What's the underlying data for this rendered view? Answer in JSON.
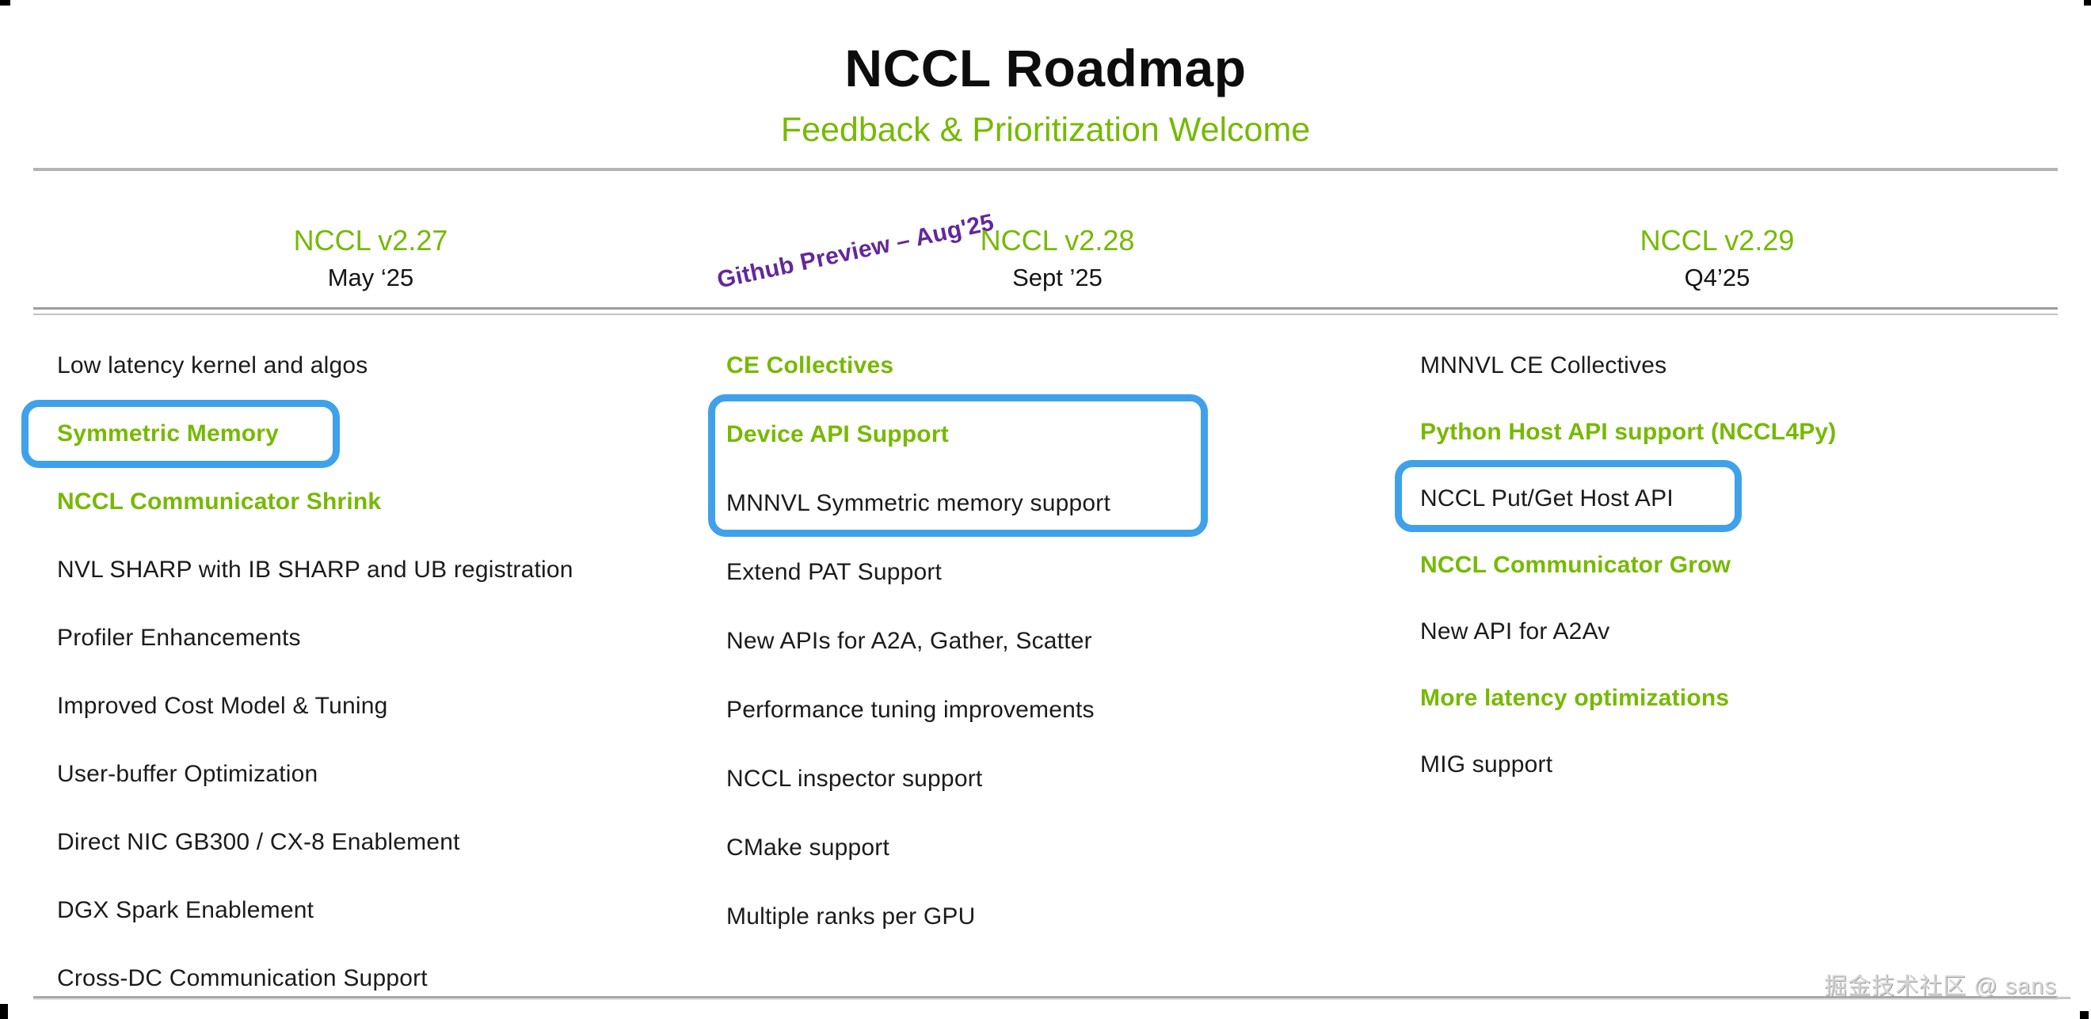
{
  "title": "NCCL Roadmap",
  "subtitle": "Feedback & Prioritization Welcome",
  "annotation": {
    "text": "Github Preview – Aug'25",
    "color": "#63279B"
  },
  "colors": {
    "accent_green": "#76B900",
    "highlight_box_blue": "#3EA1EA",
    "annotation_purple": "#63279B",
    "divider_gray": "#B3B3B3",
    "text_black": "#1B1B1B"
  },
  "columns": [
    {
      "version": "NCCL v2.27",
      "date": "May ‘25",
      "items": [
        {
          "text": "Low latency kernel and algos",
          "emphasis": false,
          "boxed": false
        },
        {
          "text": "Symmetric Memory",
          "emphasis": true,
          "boxed": true
        },
        {
          "text": "NCCL Communicator Shrink",
          "emphasis": true,
          "boxed": false
        },
        {
          "text": "NVL SHARP with IB SHARP and UB registration",
          "emphasis": false,
          "boxed": false
        },
        {
          "text": "Profiler Enhancements",
          "emphasis": false,
          "boxed": false
        },
        {
          "text": "Improved Cost Model & Tuning",
          "emphasis": false,
          "boxed": false
        },
        {
          "text": "User-buffer Optimization",
          "emphasis": false,
          "boxed": false
        },
        {
          "text": "Direct NIC GB300 / CX-8 Enablement",
          "emphasis": false,
          "boxed": false
        },
        {
          "text": "DGX Spark Enablement",
          "emphasis": false,
          "boxed": false
        },
        {
          "text": "Cross-DC Communication Support",
          "emphasis": false,
          "boxed": false
        }
      ]
    },
    {
      "version": "NCCL v2.28",
      "date": "Sept ’25",
      "items": [
        {
          "text": "CE Collectives",
          "emphasis": true,
          "boxed": false
        },
        {
          "text": "Device API Support",
          "emphasis": true,
          "boxed": true
        },
        {
          "text": "MNNVL Symmetric memory support",
          "emphasis": false,
          "boxed": true
        },
        {
          "text": "Extend PAT Support",
          "emphasis": false,
          "boxed": false
        },
        {
          "text": "New APIs for A2A, Gather, Scatter",
          "emphasis": false,
          "boxed": false
        },
        {
          "text": "Performance tuning improvements",
          "emphasis": false,
          "boxed": false
        },
        {
          "text": "NCCL inspector support",
          "emphasis": false,
          "boxed": false
        },
        {
          "text": "CMake support",
          "emphasis": false,
          "boxed": false
        },
        {
          "text": "Multiple ranks per GPU",
          "emphasis": false,
          "boxed": false
        }
      ]
    },
    {
      "version": "NCCL v2.29",
      "date": "Q4’25",
      "items": [
        {
          "text": "MNNVL CE Collectives",
          "emphasis": false,
          "boxed": false
        },
        {
          "text": "Python Host API support (NCCL4Py)",
          "emphasis": true,
          "boxed": false
        },
        {
          "text": "NCCL Put/Get Host API",
          "emphasis": false,
          "boxed": true
        },
        {
          "text": "NCCL Communicator Grow",
          "emphasis": true,
          "boxed": false
        },
        {
          "text": "New API for A2Av",
          "emphasis": false,
          "boxed": false
        },
        {
          "text": "More latency optimizations",
          "emphasis": true,
          "boxed": false
        },
        {
          "text": "MIG support",
          "emphasis": false,
          "boxed": false
        }
      ]
    }
  ],
  "watermark": "掘金技术社区 @ sans_"
}
